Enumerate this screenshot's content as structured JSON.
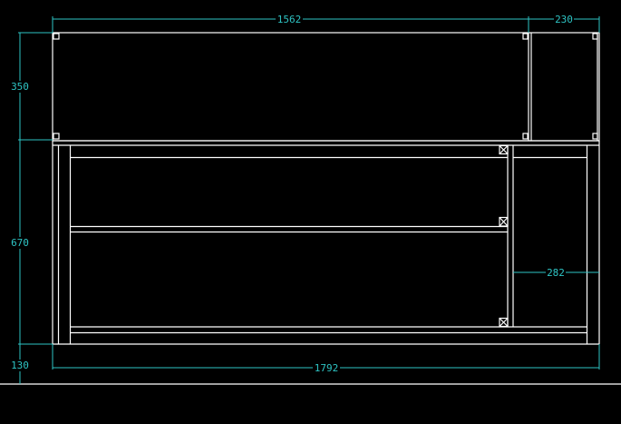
{
  "drawing": {
    "colors": {
      "background": "#000000",
      "geometry": "#ffffff",
      "dimension": "#2ec4c4"
    },
    "dimensions": {
      "upper_width": "1562",
      "side_width": "230",
      "upper_height": "350",
      "lower_height": "670",
      "plinth_height": "130",
      "total_width": "1792",
      "right_bay_width": "282"
    }
  }
}
